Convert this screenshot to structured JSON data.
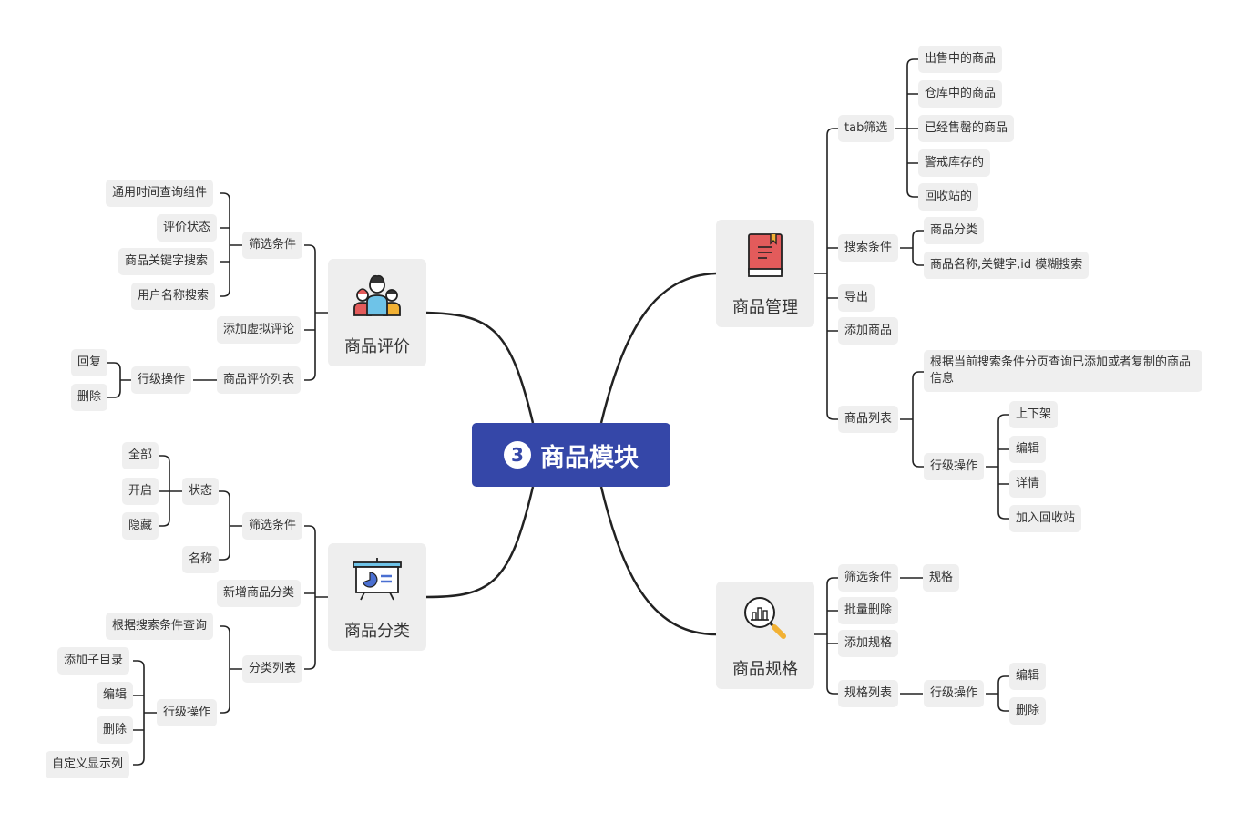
{
  "center": {
    "number": "3",
    "title": "商品模块"
  },
  "goods_review": {
    "title": "商品评价",
    "filter_label": "筛选条件",
    "filter_items": [
      "通用时间查询组件",
      "评价状态",
      "商品关键字搜索",
      "用户名称搜索"
    ],
    "add_virtual_label": "添加虚拟评论",
    "list_label": "商品评价列表",
    "row_ops_label": "行级操作",
    "row_ops": [
      "回复",
      "删除"
    ]
  },
  "goods_category": {
    "title": "商品分类",
    "filter_label": "筛选条件",
    "status_label": "状态",
    "status_items": [
      "全部",
      "开启",
      "隐藏"
    ],
    "name_label": "名称",
    "add_label": "新增商品分类",
    "list_label": "分类列表",
    "query_label": "根据搜索条件查询",
    "row_ops_label": "行级操作",
    "row_ops": [
      "添加子目录",
      "编辑",
      "删除",
      "自定义显示列"
    ]
  },
  "goods_manage": {
    "title": "商品管理",
    "tab_label": "tab筛选",
    "tab_items": [
      "出售中的商品",
      "仓库中的商品",
      "已经售罄的商品",
      "警戒库存的",
      "回收站的"
    ],
    "search_label": "搜索条件",
    "search_items": [
      "商品分类",
      "商品名称,关键字,id 模糊搜索"
    ],
    "export_label": "导出",
    "add_label": "添加商品",
    "list_label": "商品列表",
    "list_desc": "根据当前搜索条件分页查询已添加或者复制的商品信息",
    "row_ops_label": "行级操作",
    "row_ops": [
      "上下架",
      "编辑",
      "详情",
      "加入回收站"
    ]
  },
  "goods_spec": {
    "title": "商品规格",
    "filter_label": "筛选条件",
    "filter_item": "规格",
    "batch_delete_label": "批量删除",
    "add_label": "添加规格",
    "list_label": "规格列表",
    "row_ops_label": "行级操作",
    "row_ops": [
      "编辑",
      "删除"
    ]
  },
  "colors": {
    "center": "#3547a8",
    "node_bg": "#efefef",
    "line": "#222222"
  }
}
